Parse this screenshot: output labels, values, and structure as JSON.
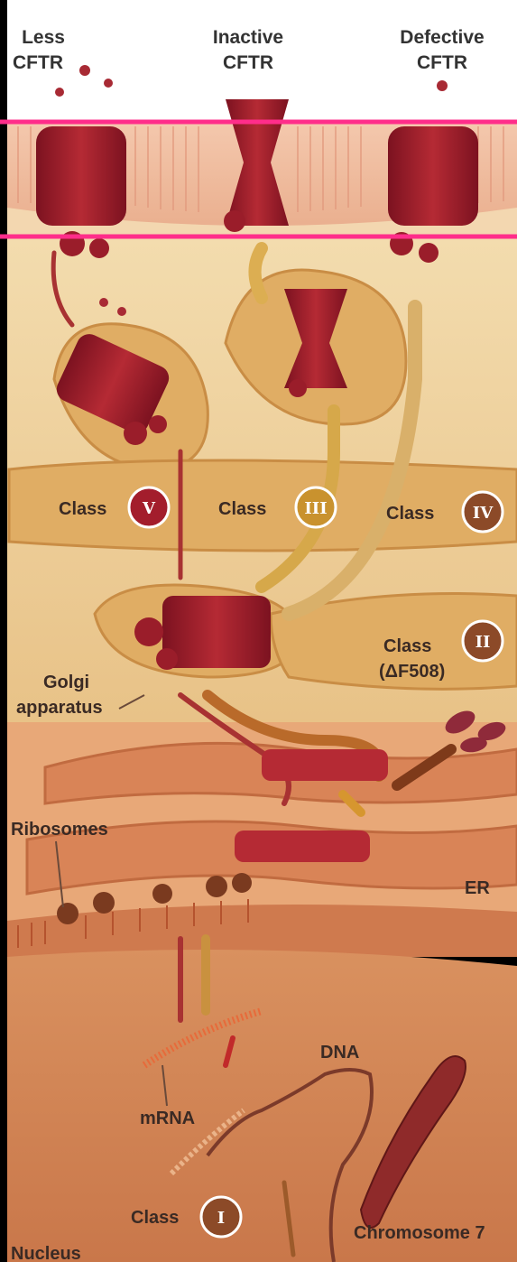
{
  "labels": {
    "less_cftr": [
      "Less",
      "CFTR"
    ],
    "inactive_cftr": [
      "Inactive",
      "CFTR"
    ],
    "defective_cftr": [
      "Defective",
      "CFTR"
    ],
    "golgi": [
      "Golgi",
      "apparatus"
    ],
    "ribosomes": "Ribosomes",
    "er": "ER",
    "dna": "DNA",
    "mrna": "mRNA",
    "chromosome": "Chromosome 7",
    "nucleus": "Nucleus"
  },
  "classes": {
    "word": "Class",
    "v": "V",
    "iii": "III",
    "iv": "IV",
    "ii": "II",
    "ii_sub": "(ΔF508)",
    "i": "I"
  },
  "colors": {
    "background": "#000000",
    "membrane": "#f2c2a6",
    "cytoplasm": "#f0d3a0",
    "golgi": "#e2b46c",
    "er": "#d98a60",
    "nucleus": "#cf7f52",
    "cftr": "#a8222d",
    "highlight_line": "#ff2d8a",
    "badge_red": "#a31d2c",
    "badge_gold": "#c9922e",
    "badge_brown": "#8c4a28"
  }
}
